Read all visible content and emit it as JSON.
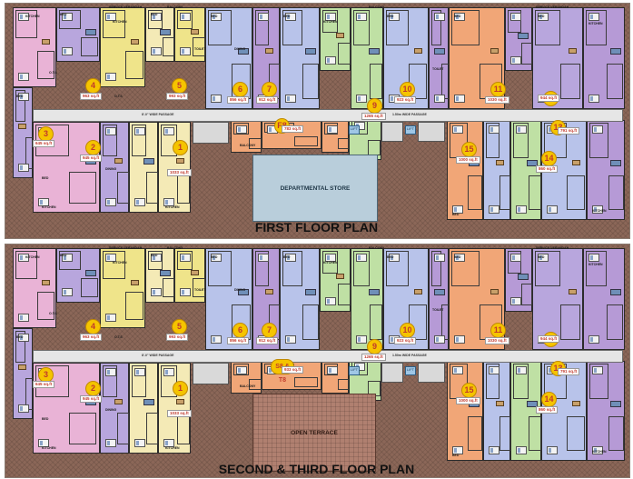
{
  "titles": {
    "first": "FIRST FLOOR PLAN",
    "second": "SECOND & THIRD FLOOR PLAN"
  },
  "labels": {
    "passage_left": "8'-0\" WIDE PASSAGE",
    "passage_right": "1.50m WIDE PASSAGE",
    "departmental_store": "DEPARTMENTAL STORE",
    "open_terrace": "OPEN TERRACE",
    "lift": "LIFT",
    "bed": "BED",
    "kitchen": "KITCHEN",
    "toilet": "TOILET",
    "dining": "DINING",
    "balcony": "BALCONY",
    "service_verandah": "SERVICE VERANDAH",
    "ots": "O.T.S"
  },
  "units_first": [
    {
      "num": "1",
      "area": "1033 sq.ft"
    },
    {
      "num": "2",
      "area": "945 sq.ft"
    },
    {
      "num": "3",
      "area": "645 sq.ft"
    },
    {
      "num": "4",
      "area": "963 sq.ft"
    },
    {
      "num": "5",
      "area": "993 sq.ft"
    },
    {
      "num": "6",
      "area": "856 sq.ft"
    },
    {
      "num": "7",
      "area": "912 sq.ft"
    },
    {
      "num": "F8",
      "area": "783 sq.ft"
    },
    {
      "num": "9",
      "area": "1265 sq.ft"
    },
    {
      "num": "10",
      "area": "923 sq.ft"
    },
    {
      "num": "11",
      "area": "1030 sq.ft"
    },
    {
      "num": "12",
      "area": "944 sq.ft"
    },
    {
      "num": "13",
      "area": "791 sq.ft"
    },
    {
      "num": "14",
      "area": "860 sq.ft"
    },
    {
      "num": "15",
      "area": "1000 sq.ft"
    }
  ],
  "units_second": [
    {
      "num": "1",
      "area": "1033 sq.ft"
    },
    {
      "num": "2",
      "area": "945 sq.ft"
    },
    {
      "num": "3",
      "area": "645 sq.ft"
    },
    {
      "num": "4",
      "area": "963 sq.ft"
    },
    {
      "num": "5",
      "area": "993 sq.ft"
    },
    {
      "num": "6",
      "area": "856 sq.ft"
    },
    {
      "num": "7",
      "area": "912 sq.ft"
    },
    {
      "num": "S8 & T8",
      "area": "933 sq.ft"
    },
    {
      "num": "9",
      "area": "1265 sq.ft"
    },
    {
      "num": "10",
      "area": "923 sq.ft"
    },
    {
      "num": "11",
      "area": "1030 sq.ft"
    },
    {
      "num": "12",
      "area": "944 sq.ft"
    },
    {
      "num": "13",
      "area": "791 sq.ft"
    },
    {
      "num": "14",
      "area": "860 sq.ft"
    },
    {
      "num": "15",
      "area": "1000 sq.ft"
    }
  ],
  "colors": {
    "pink": "#e9b3d6",
    "lavender": "#b8a6dd",
    "yellow": "#efe48a",
    "cream": "#f4eab6",
    "blue": "#b8c3ea",
    "purple": "#b69ad6",
    "orange": "#f1a677",
    "green": "#bfe0a4",
    "teal": "#a9d6d2",
    "magenta": "#d78ed6"
  }
}
